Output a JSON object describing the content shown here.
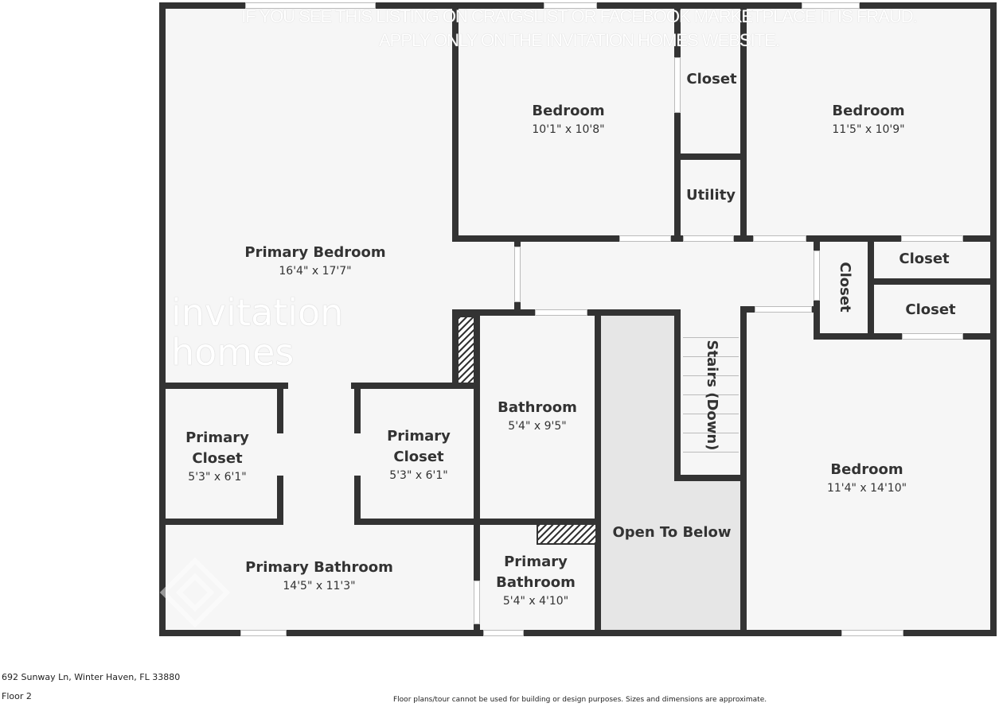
{
  "watermark": {
    "line1": "IF YOU SEE THIS LISTING ON CRAIGSLIST OR FACEBOOK MARKETPLACE IT IS FRAUD.",
    "line2": "APPLY ONLY ON THE INVITATION HOMES WEBSITE.",
    "logo_text": "invitation homes"
  },
  "rooms": [
    {
      "name": "Primary Bedroom",
      "dims": "16'4\" x 17'7\""
    },
    {
      "name": "Bedroom",
      "dims": "10'1\" x 10'8\""
    },
    {
      "name": "Closet"
    },
    {
      "name": "Bedroom",
      "dims": "11'5\" x 10'9\""
    },
    {
      "name": "Utility"
    },
    {
      "name": "Closet"
    },
    {
      "name": "Closet"
    },
    {
      "name": "Closet"
    },
    {
      "name": "Bathroom",
      "dims": "5'4\" x 9'5\""
    },
    {
      "name": "Stairs (Down)"
    },
    {
      "name": "Primary Closet",
      "dims": "5'3\" x 6'1\""
    },
    {
      "name": "Primary Closet",
      "dims": "5'3\" x 6'1\""
    },
    {
      "name": "Bedroom",
      "dims": "11'4\" x 14'10\""
    },
    {
      "name": "Open To Below"
    },
    {
      "name": "Primary Bathroom",
      "dims": "14'5\" x 11'3\""
    },
    {
      "name": "Primary Bathroom",
      "dims": "5'4\" x 4'10\""
    }
  ],
  "footer": {
    "address": "692 Sunway Ln, Winter Haven, FL 33880",
    "floor": "Floor 2",
    "disclaimer": "Floor plans/tour cannot be used for building or design purposes. Sizes and dimensions are approximate."
  }
}
